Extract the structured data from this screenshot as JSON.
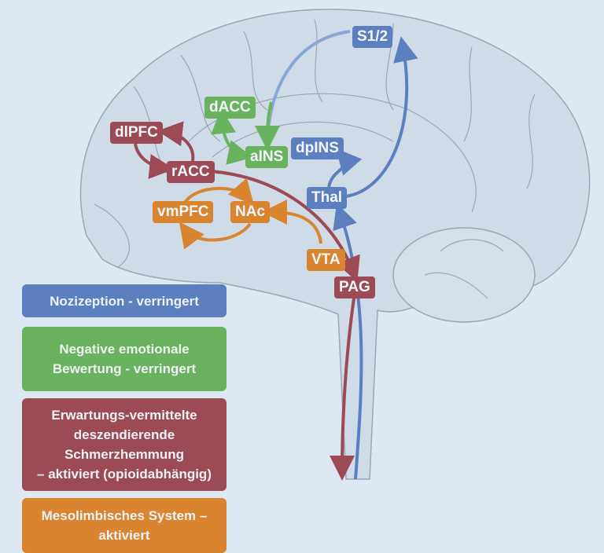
{
  "colors": {
    "background": "#dde8f3",
    "brain_fill": "#cbd8e4",
    "brain_line": "#9aa7b2",
    "blue": "#5b7fbf",
    "green": "#6ab35e",
    "red": "#9c4a55",
    "orange": "#d9842f"
  },
  "nodes": {
    "s12": "S1/2",
    "dacc": "dACC",
    "dlpfc": "dlPFC",
    "ains": "aINS",
    "dpins": "dpINS",
    "racc": "rACC",
    "thal": "Thal",
    "vmpfc": "vmPFC",
    "nac": "NAc",
    "vta": "VTA",
    "pag": "PAG"
  },
  "legend": [
    {
      "color": "blue",
      "lines": [
        "Nozizeption - verringert"
      ]
    },
    {
      "color": "green",
      "lines": [
        "Negative emotionale",
        "Bewertung  - verringert"
      ]
    },
    {
      "color": "red",
      "lines": [
        "Erwartungs-vermittelte",
        "deszendierende",
        "Schmerzhemmung",
        "– aktiviert (opioidabhängig)"
      ]
    },
    {
      "color": "orange",
      "lines": [
        "Mesolimbisches System –",
        "aktiviert"
      ]
    }
  ]
}
